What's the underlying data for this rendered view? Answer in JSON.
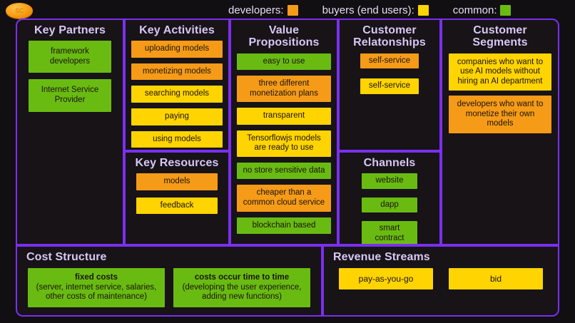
{
  "brand": {
    "logo_text": "SC",
    "logo_icon": "coin-icon"
  },
  "legend": {
    "items": [
      {
        "label": "developers:",
        "color": "#f59b18",
        "key": "dev"
      },
      {
        "label": "buyers (end users):",
        "color": "#ffd400",
        "key": "buy"
      },
      {
        "label": "common:",
        "color": "#69bb12",
        "key": "comm"
      }
    ]
  },
  "canvas": {
    "key_partners": {
      "title": "Key Partners",
      "cards": [
        {
          "text": "framework developers",
          "type": "comm"
        },
        {
          "text": "Internet Service Provider",
          "type": "comm"
        }
      ]
    },
    "key_activities": {
      "title": "Key Activities",
      "cards": [
        {
          "text": "uploading models",
          "type": "dev"
        },
        {
          "text": "monetizing models",
          "type": "dev"
        },
        {
          "text": "searching models",
          "type": "buy"
        },
        {
          "text": "paying",
          "type": "buy"
        },
        {
          "text": "using models",
          "type": "buy"
        }
      ]
    },
    "key_resources": {
      "title": "Key Resources",
      "cards": [
        {
          "text": "models",
          "type": "dev"
        },
        {
          "text": "feedback",
          "type": "buy"
        }
      ]
    },
    "value_propositions": {
      "title": "Value Propositions",
      "cards": [
        {
          "text": "easy to use",
          "type": "comm"
        },
        {
          "text": "three different monetization plans",
          "type": "dev"
        },
        {
          "text": "transparent",
          "type": "buy"
        },
        {
          "text": "Tensorflowjs models are ready to use",
          "type": "buy"
        },
        {
          "text": "no store sensitive data",
          "type": "comm"
        },
        {
          "text": "cheaper than a common cloud service",
          "type": "dev"
        },
        {
          "text": "blockchain based",
          "type": "comm"
        }
      ]
    },
    "customer_relationships": {
      "title": "Customer Relatonships",
      "cards": [
        {
          "text": "self-service",
          "type": "dev"
        },
        {
          "text": "self-service",
          "type": "buy"
        }
      ]
    },
    "channels": {
      "title": "Channels",
      "cards": [
        {
          "text": "website",
          "type": "comm"
        },
        {
          "text": "dapp",
          "type": "comm"
        },
        {
          "text": "smart contract",
          "type": "comm"
        }
      ]
    },
    "customer_segments": {
      "title": "Customer Segments",
      "cards": [
        {
          "text": "companies who want to use AI models without hiring an AI department",
          "type": "buy"
        },
        {
          "text": "developers who want to monetize their own models",
          "type": "dev"
        }
      ]
    },
    "cost_structure": {
      "title": "Cost Structure",
      "cards": [
        {
          "heading": "fixed costs",
          "text": "(server, internet service, salaries, other costs of maintenance)",
          "type": "comm"
        },
        {
          "heading": "costs occur time to time",
          "text": "(developing the user experience, adding new functions)",
          "type": "comm"
        }
      ]
    },
    "revenue_streams": {
      "title": "Revenue Streams",
      "cards": [
        {
          "text": "pay-as-you-go",
          "type": "buy"
        },
        {
          "text": "bid",
          "type": "buy"
        }
      ]
    }
  }
}
